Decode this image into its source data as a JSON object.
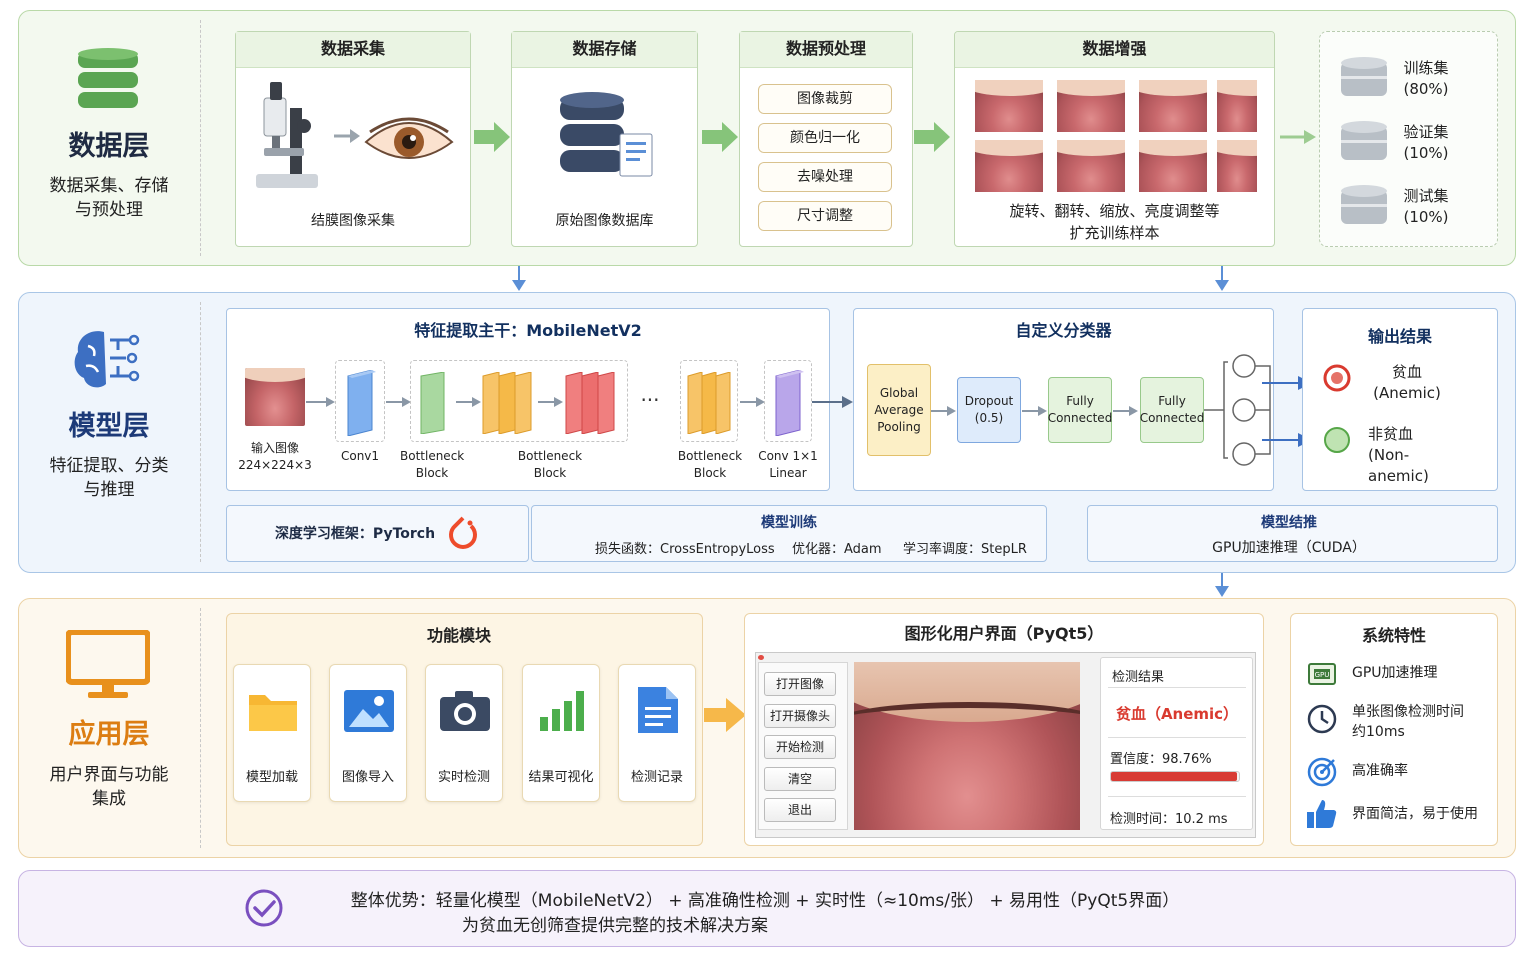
{
  "data_layer": {
    "title": "数据层",
    "subtitle_1": "数据采集、存储",
    "subtitle_2": "与预处理",
    "collect": {
      "header": "数据采集",
      "caption": "结膜图像采集"
    },
    "store": {
      "header": "数据存储",
      "caption": "原始图像数据库"
    },
    "preprocess": {
      "header": "数据预处理",
      "steps": [
        "图像裁剪",
        "颜色归一化",
        "去噪处理",
        "尺寸调整"
      ]
    },
    "augment": {
      "header": "数据增强",
      "caption_1": "旋转、翻转、缩放、亮度调整等",
      "caption_2": "扩充训练样本"
    },
    "splits": [
      {
        "name": "训练集",
        "pct": "(80%)"
      },
      {
        "name": "验证集",
        "pct": "(10%)"
      },
      {
        "name": "测试集",
        "pct": "(10%)"
      }
    ]
  },
  "model_layer": {
    "title": "模型层",
    "subtitle_1": "特征提取、分类",
    "subtitle_2": "与推理",
    "backbone": {
      "header": "特征提取主干：MobileNetV2",
      "input_1": "输入图像",
      "input_2": "224×224×3",
      "conv1": "Conv1",
      "bottleneck_1a": "Bottleneck",
      "bottleneck_1b": "Block",
      "bottleneck_2a": "Bottleneck",
      "bottleneck_2b": "Block",
      "ellipsis": "···",
      "bottleneck_3a": "Bottleneck",
      "bottleneck_3b": "Block",
      "conv_last_a": "Conv 1×1",
      "conv_last_b": "Linear"
    },
    "classifier": {
      "header": "自定义分类器",
      "gap_1": "Global",
      "gap_2": "Average",
      "gap_3": "Pooling",
      "dropout_1": "Dropout",
      "dropout_2": "(0.5)",
      "fc1_1": "Fully",
      "fc1_2": "Connected",
      "fc2_1": "Fully",
      "fc2_2": "Connected"
    },
    "output": {
      "header": "输出结果",
      "anemic_1": "贫血",
      "anemic_2": "(Anemic)",
      "non_anemic_1": "非贫血",
      "non_anemic_2": "(Non-anemic)"
    },
    "framework": "深度学习框架：PyTorch",
    "training": {
      "header": "模型训练",
      "loss": "损失函数：CrossEntropyLoss",
      "optimizer": "优化器：Adam",
      "scheduler": "学习率调度：StepLR"
    },
    "inference": {
      "header": "模型结推",
      "detail": "GPU加速推理（CUDA）"
    }
  },
  "app_layer": {
    "title": "应用层",
    "subtitle_1": "用户界面与功能",
    "subtitle_2": "集成",
    "modules": {
      "header": "功能模块",
      "items": [
        "模型加载",
        "图像导入",
        "实时检测",
        "结果可视化",
        "检测记录"
      ]
    },
    "gui": {
      "header": "图形化用户界面（PyQt5）",
      "buttons": [
        "打开图像",
        "打开摄像头",
        "开始检测",
        "清空",
        "退出"
      ],
      "result_label": "检测结果",
      "result_value": "贫血（Anemic）",
      "confidence": "置信度：98.76%",
      "confidence_value": 0.9876,
      "time": "检测时间：10.2 ms"
    },
    "features": {
      "header": "系统特性",
      "items": [
        "GPU加速推理",
        "单张图像检测时间",
        "约10ms",
        "高准确率",
        "界面简洁，易于使用"
      ],
      "gpu_chip": "GPU"
    }
  },
  "summary": {
    "line_1": "整体优势：轻量化模型（MobileNetV2） + 高准确性检测 + 实时性（≈10ms/张） + 易用性（PyQt5界面）",
    "line_2": "为贫血无创筛查提供完整的技术解决方案"
  },
  "colors": {
    "data_green": "#5aa552",
    "model_blue": "#3d6fc2",
    "app_orange": "#e8901c",
    "summary_purple": "#7a4fbf",
    "anemic_red": "#d93a2f"
  }
}
